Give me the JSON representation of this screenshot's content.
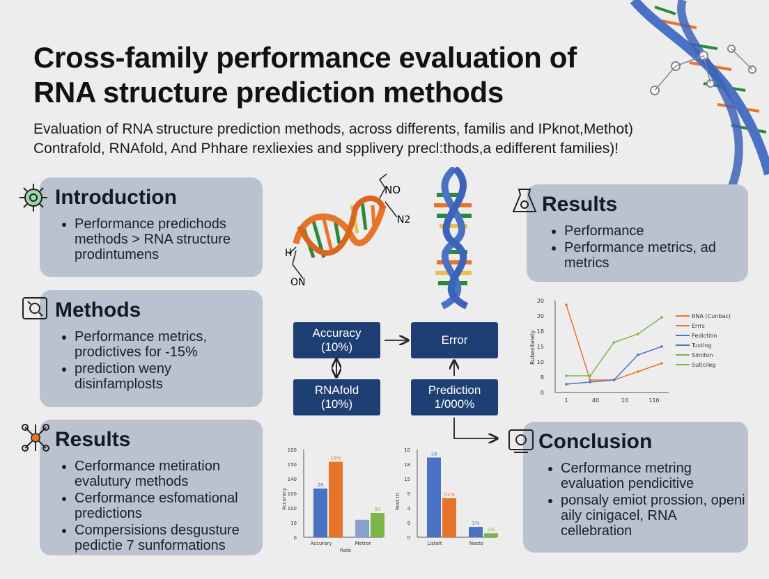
{
  "title_line1": "Cross-family performance evaluation of",
  "title_line2": "RNA structure prediction methods",
  "subtitle_line1": "Evaluation of RNA structure prediction methods, across differents, familis and IPknot,Methot)",
  "subtitle_line2": "Contrafold, RNAfold, And  Phhare rexliexies and spplivery precl:thods,a edifferent families)!",
  "panels": {
    "introduction": {
      "heading": "Introduction",
      "items": [
        "Performance predichods methods > RNA structure prodintumens"
      ]
    },
    "methods": {
      "heading": "Methods",
      "items": [
        "Performance metrics, prodictives for -15%",
        "prediction weny disinfamplosts"
      ]
    },
    "results_left": {
      "heading": "Results",
      "items": [
        "Cerformance metiration evalutury methods",
        "Cerformance esfomational predictions",
        "Compersisions desgusture pedictie 7 sunformations"
      ]
    },
    "results_right": {
      "heading": "Results",
      "items": [
        "Performance",
        "Performance metrics, ad metrics"
      ]
    },
    "conclusion": {
      "heading": "Conclusion",
      "items": [
        "Cerformance metring evaluation pendicitive",
        "ponsaly emiot prossion, openi aily cinigacel, RNA cellebration"
      ]
    }
  },
  "molecule_labels": {
    "no": "NO",
    "n2": "N2",
    "h": "H",
    "on": "ON"
  },
  "flow": {
    "accuracy": {
      "line1": "Accuracy",
      "line2": "(10%)"
    },
    "error": {
      "line1": "Error"
    },
    "rnafold": {
      "line1": "RNAfold",
      "line2": "(10%)"
    },
    "prediction": {
      "line1": "Prediction",
      "line2": "1/000%"
    }
  },
  "chart_data": [
    {
      "type": "line",
      "ylabel": "Rubesitalety",
      "yticks": [
        "0",
        "8",
        "10",
        "15",
        "18",
        "20",
        "20"
      ],
      "xticks": [
        "1",
        "40",
        "10",
        "110"
      ],
      "legend": [
        "RNA (Cunbac)",
        "Errrs",
        "Pediction",
        "Tusting",
        "Simiton",
        "Suticileg"
      ],
      "colors": {
        "orange": "#e8742a",
        "blue": "#4a72c4",
        "green": "#7ab648"
      },
      "series": [
        {
          "color": "orange",
          "values": [
            21,
            3,
            3,
            5,
            7
          ]
        },
        {
          "color": "blue",
          "values": [
            2,
            2.5,
            3,
            9,
            11
          ]
        },
        {
          "color": "green",
          "values": [
            4,
            4,
            12,
            14,
            18
          ]
        }
      ]
    },
    {
      "type": "bar",
      "ylabel": "Accuracy",
      "yticks": [
        "0",
        "10",
        "100",
        "100",
        "140",
        "150",
        "100"
      ],
      "categories": [
        "Accurary",
        "Metror"
      ],
      "xlabel": "Rate",
      "bars": [
        {
          "category": "Accurary",
          "color": "#4a72c4",
          "value": 100,
          "label": "28"
        },
        {
          "category": "Accurary",
          "color": "#e8742a",
          "value": 155,
          "label": "19%"
        },
        {
          "category": "Metror",
          "color": "#8aa0cc",
          "value": 36,
          "label": ""
        },
        {
          "category": "Metror",
          "color": "#7ab648",
          "value": 50,
          "label": "50"
        }
      ],
      "ylim": [
        0,
        180
      ]
    },
    {
      "type": "bar",
      "ylabel": "Rost Itr",
      "yticks": [
        "0",
        "9",
        "4",
        "5",
        "15",
        "18",
        "10"
      ],
      "categories": [
        "Listelt",
        "Neste"
      ],
      "bars": [
        {
          "category": "Listelt",
          "color": "#4a72c4",
          "value": 100,
          "label": "18"
        },
        {
          "category": "Listelt",
          "color": "#e8742a",
          "value": 49,
          "label": "51%"
        },
        {
          "category": "Neste",
          "color": "#4a72c4",
          "value": 13,
          "label": "1%"
        },
        {
          "category": "Neste",
          "color": "#7ab648",
          "value": 5,
          "label": "5%"
        }
      ],
      "ylim": [
        0,
        110
      ]
    }
  ]
}
